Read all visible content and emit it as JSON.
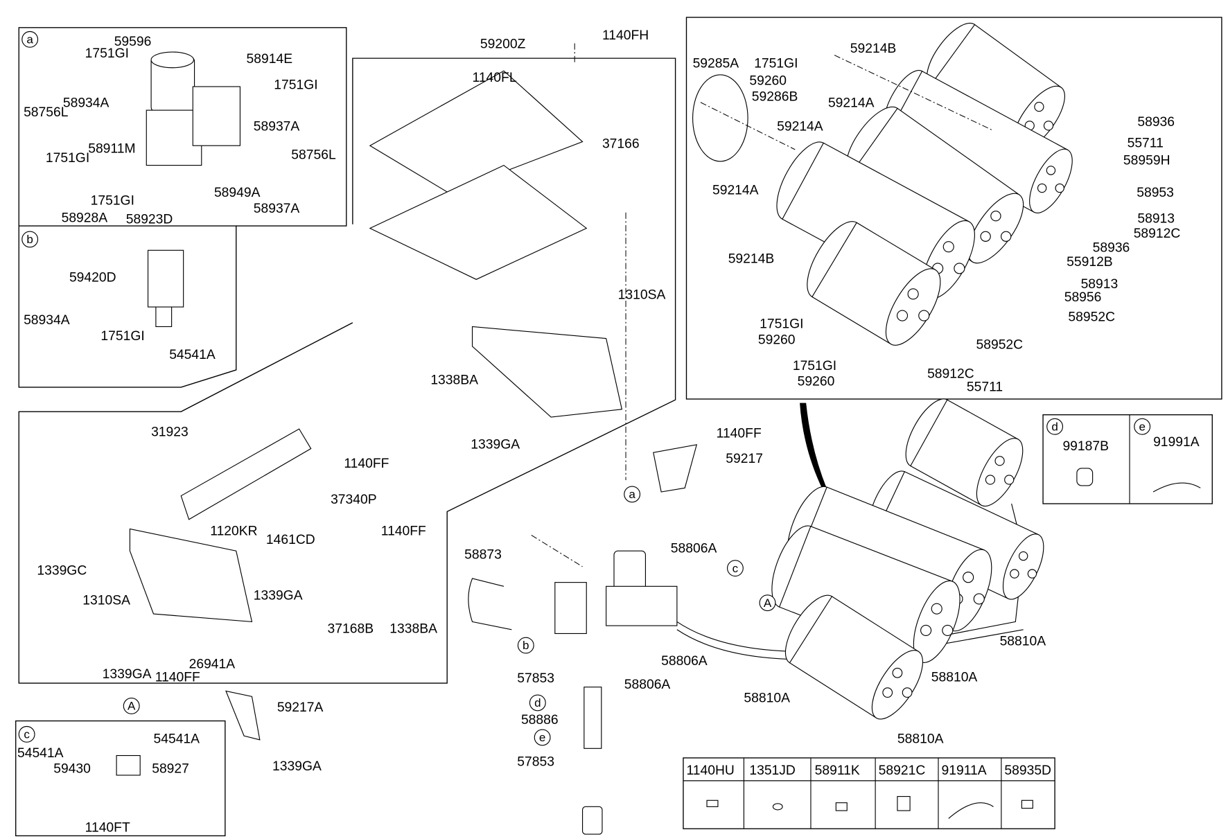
{
  "panel_a": {
    "marker": "a",
    "labels": [
      "59596",
      "1751GI",
      "58914E",
      "1751GI",
      "58934A",
      "58756L",
      "58937A",
      "58911M",
      "58756L",
      "1751GI",
      "1751GI",
      "58949A",
      "58928A",
      "58923D",
      "58937A"
    ]
  },
  "panel_b": {
    "marker": "b",
    "labels": [
      "59420D",
      "58934A",
      "1751GI",
      "54541A"
    ]
  },
  "panel_c": {
    "marker": "c",
    "labels": [
      "54541A",
      "54541A",
      "59430",
      "58927",
      "1140FT"
    ]
  },
  "frame": {
    "labels": [
      "59200Z",
      "1140FH",
      "1140FL",
      "37166",
      "1310SA",
      "1338BA",
      "1339GA",
      "31923",
      "1140FF",
      "37340P",
      "1120KR",
      "1461CD",
      "1140FF",
      "1339GC",
      "1310SA",
      "1339GA",
      "37168B",
      "1338BA",
      "1339GA",
      "1140FF",
      "26941A",
      "59217A",
      "1339GA",
      "1140FF",
      "59217"
    ],
    "marker_A": "A"
  },
  "tanks_panel": {
    "labels": [
      "59285A",
      "1751GI",
      "59214B",
      "59260",
      "59286B",
      "59214A",
      "59214A",
      "58936",
      "55711",
      "58959H",
      "59214A",
      "58953",
      "58913",
      "58912C",
      "58936",
      "59214B",
      "55912B",
      "58913",
      "58956",
      "58952C",
      "1751GI",
      "59260",
      "58952C",
      "1751GI",
      "58912C",
      "59260",
      "55711"
    ]
  },
  "panel_d": {
    "marker": "d",
    "label": "99187B"
  },
  "panel_e": {
    "marker": "e",
    "label": "91991A"
  },
  "assembly": {
    "labels": [
      "58873",
      "58806A",
      "58806A",
      "57853",
      "58806A",
      "58810A",
      "58810A",
      "58810A",
      "58886",
      "58810A",
      "57853"
    ],
    "markers": [
      "a",
      "c",
      "A",
      "b",
      "d",
      "e"
    ]
  },
  "parts_table": {
    "headers": [
      "1140HU",
      "1351JD",
      "58911K",
      "58921C",
      "91911A",
      "58935D"
    ]
  }
}
